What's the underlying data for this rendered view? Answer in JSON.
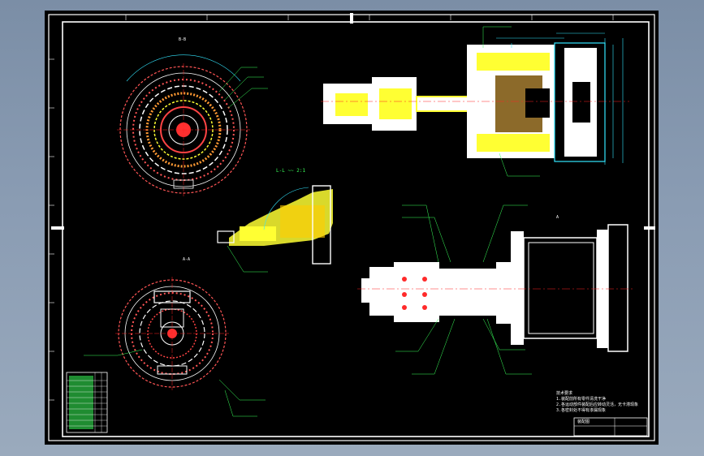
{
  "views": {
    "top_left": "B-B",
    "bottom_left": "A-A",
    "right_lower": "A",
    "section_note": "L-L ~~ 2:1"
  },
  "notes": {
    "heading": "技术要求",
    "lines": [
      "1.装配前所有零件清洗干净",
      "2.各运动部件装配后应转动灵活，无卡滞现象",
      "3.各密封处不得有渗漏现象"
    ]
  },
  "title_block": {
    "name": "装配图",
    "drawing_no": ""
  },
  "colors": {
    "background": "#000000",
    "frame": "#ffffff",
    "hatch_red": "#ff3b3b",
    "hatch_yellow": "#ffff33",
    "dims": "#33e6ff",
    "leaders": "#39ff5a",
    "centerline": "#ff2020"
  }
}
